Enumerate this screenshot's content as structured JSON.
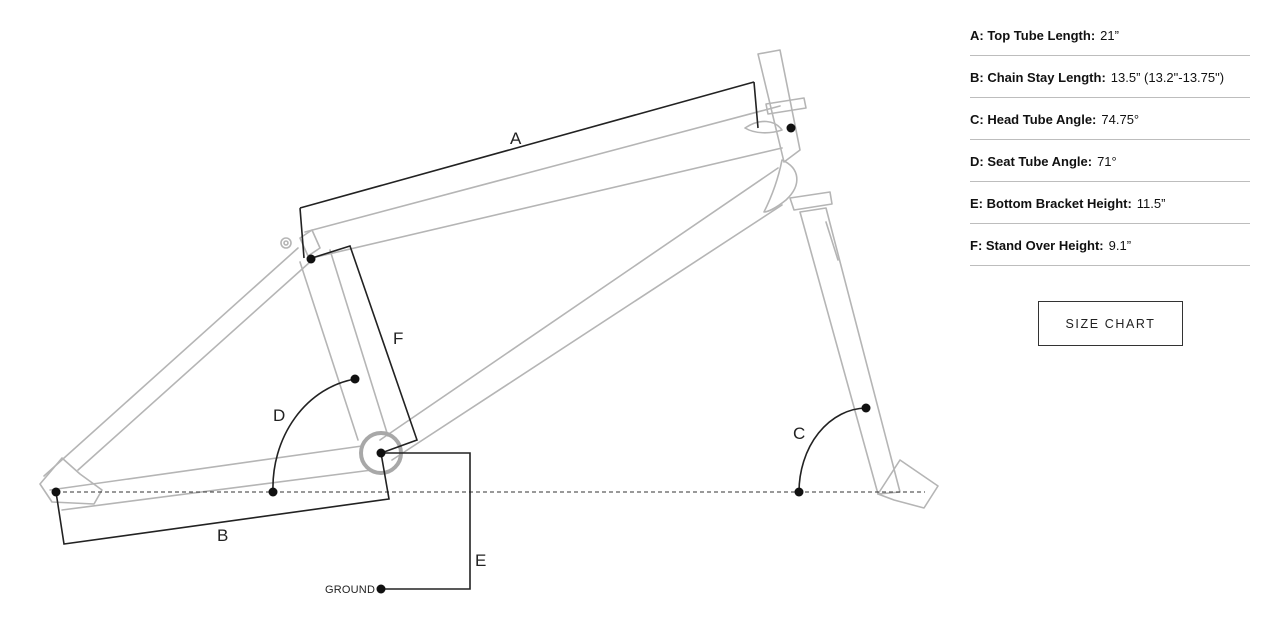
{
  "diagram": {
    "labels": {
      "a": "A",
      "b": "B",
      "c": "C",
      "d": "D",
      "e": "E",
      "f": "F",
      "ground": "GROUND"
    }
  },
  "specs": [
    {
      "key": "A: Top Tube Length:",
      "value": "21”"
    },
    {
      "key": "B: Chain Stay Length:",
      "value": "13.5” (13.2\"-13.75\")"
    },
    {
      "key": "C: Head Tube Angle:",
      "value": "74.75°"
    },
    {
      "key": "D: Seat Tube Angle:",
      "value": "71°"
    },
    {
      "key": "E: Bottom Bracket Height:",
      "value": "11.5”"
    },
    {
      "key": "F: Stand Over Height:",
      "value": "9.1”"
    }
  ],
  "size_chart_button": {
    "label": "SIZE CHART"
  }
}
